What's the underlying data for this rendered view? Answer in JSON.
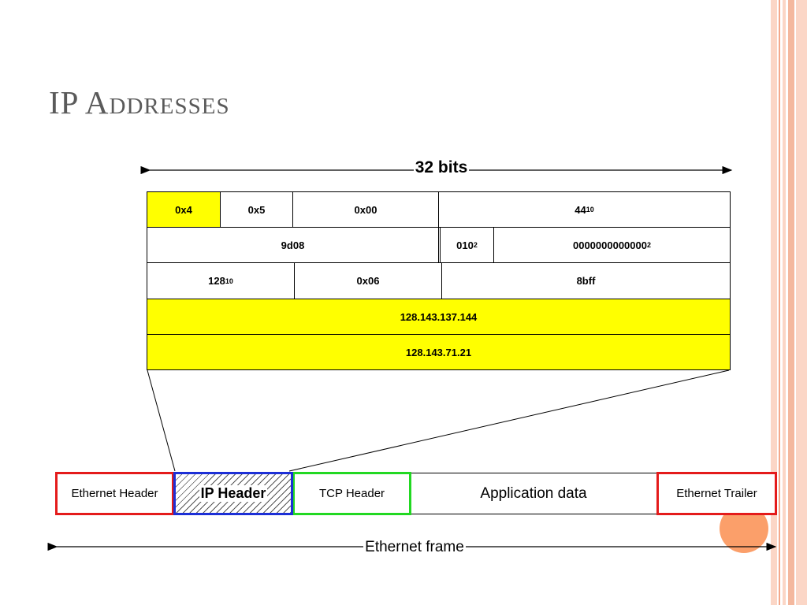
{
  "slide": {
    "title": "IP Addresses"
  },
  "diagram": {
    "width_label": "32 bits",
    "header_rows": [
      [
        "0x4",
        "0x5",
        "0x00",
        "44"
      ],
      [
        "9d08",
        "010",
        "0000000000000"
      ],
      [
        "128",
        "0x06",
        "8bff"
      ],
      [
        "128.143.137.144"
      ],
      [
        "128.143.71.21"
      ]
    ],
    "subscripts": {
      "total_length": "10",
      "flags": "2",
      "fragment_offset": "2",
      "ttl": "10"
    },
    "frame": {
      "ethernet_header": "Ethernet Header",
      "ip_header": "IP Header",
      "tcp_header": "TCP Header",
      "application_data": "Application data",
      "ethernet_trailer": "Ethernet Trailer"
    },
    "frame_label": "Ethernet frame",
    "colors": {
      "highlight": "#ffff00",
      "ethernet": "#e41b1b",
      "ip": "#1c2fd6",
      "tcp": "#22d822"
    }
  }
}
